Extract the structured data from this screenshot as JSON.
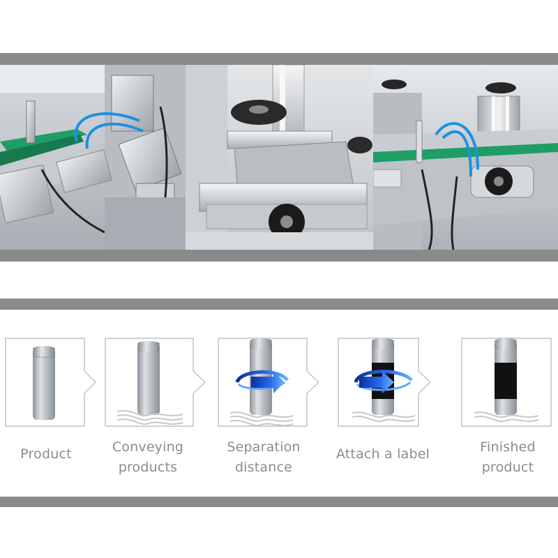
{
  "photos": [
    {
      "name": "side-belt-conveyor-photo"
    },
    {
      "name": "separation-wheel-assembly-photo"
    },
    {
      "name": "labeling-head-photo"
    }
  ],
  "colors": {
    "band": "#8a8a8a",
    "label_text": "#8c8c8c",
    "belt_green": "#1e9e66",
    "hose_blue": "#1f8fe0",
    "arrow_blue": "#1a4fd6",
    "label_black": "#111111"
  },
  "steps": [
    {
      "label": "Product",
      "icon": "bottle-icon"
    },
    {
      "label": "Conveying\nproducts",
      "icon": "bottle-on-conveyor-icon"
    },
    {
      "label": "Separation\ndistance",
      "icon": "bottle-rotation-icon"
    },
    {
      "label": "Attach a label",
      "icon": "bottle-labeling-icon"
    },
    {
      "label": "Finished\nproduct",
      "icon": "labeled-bottle-icon"
    }
  ]
}
